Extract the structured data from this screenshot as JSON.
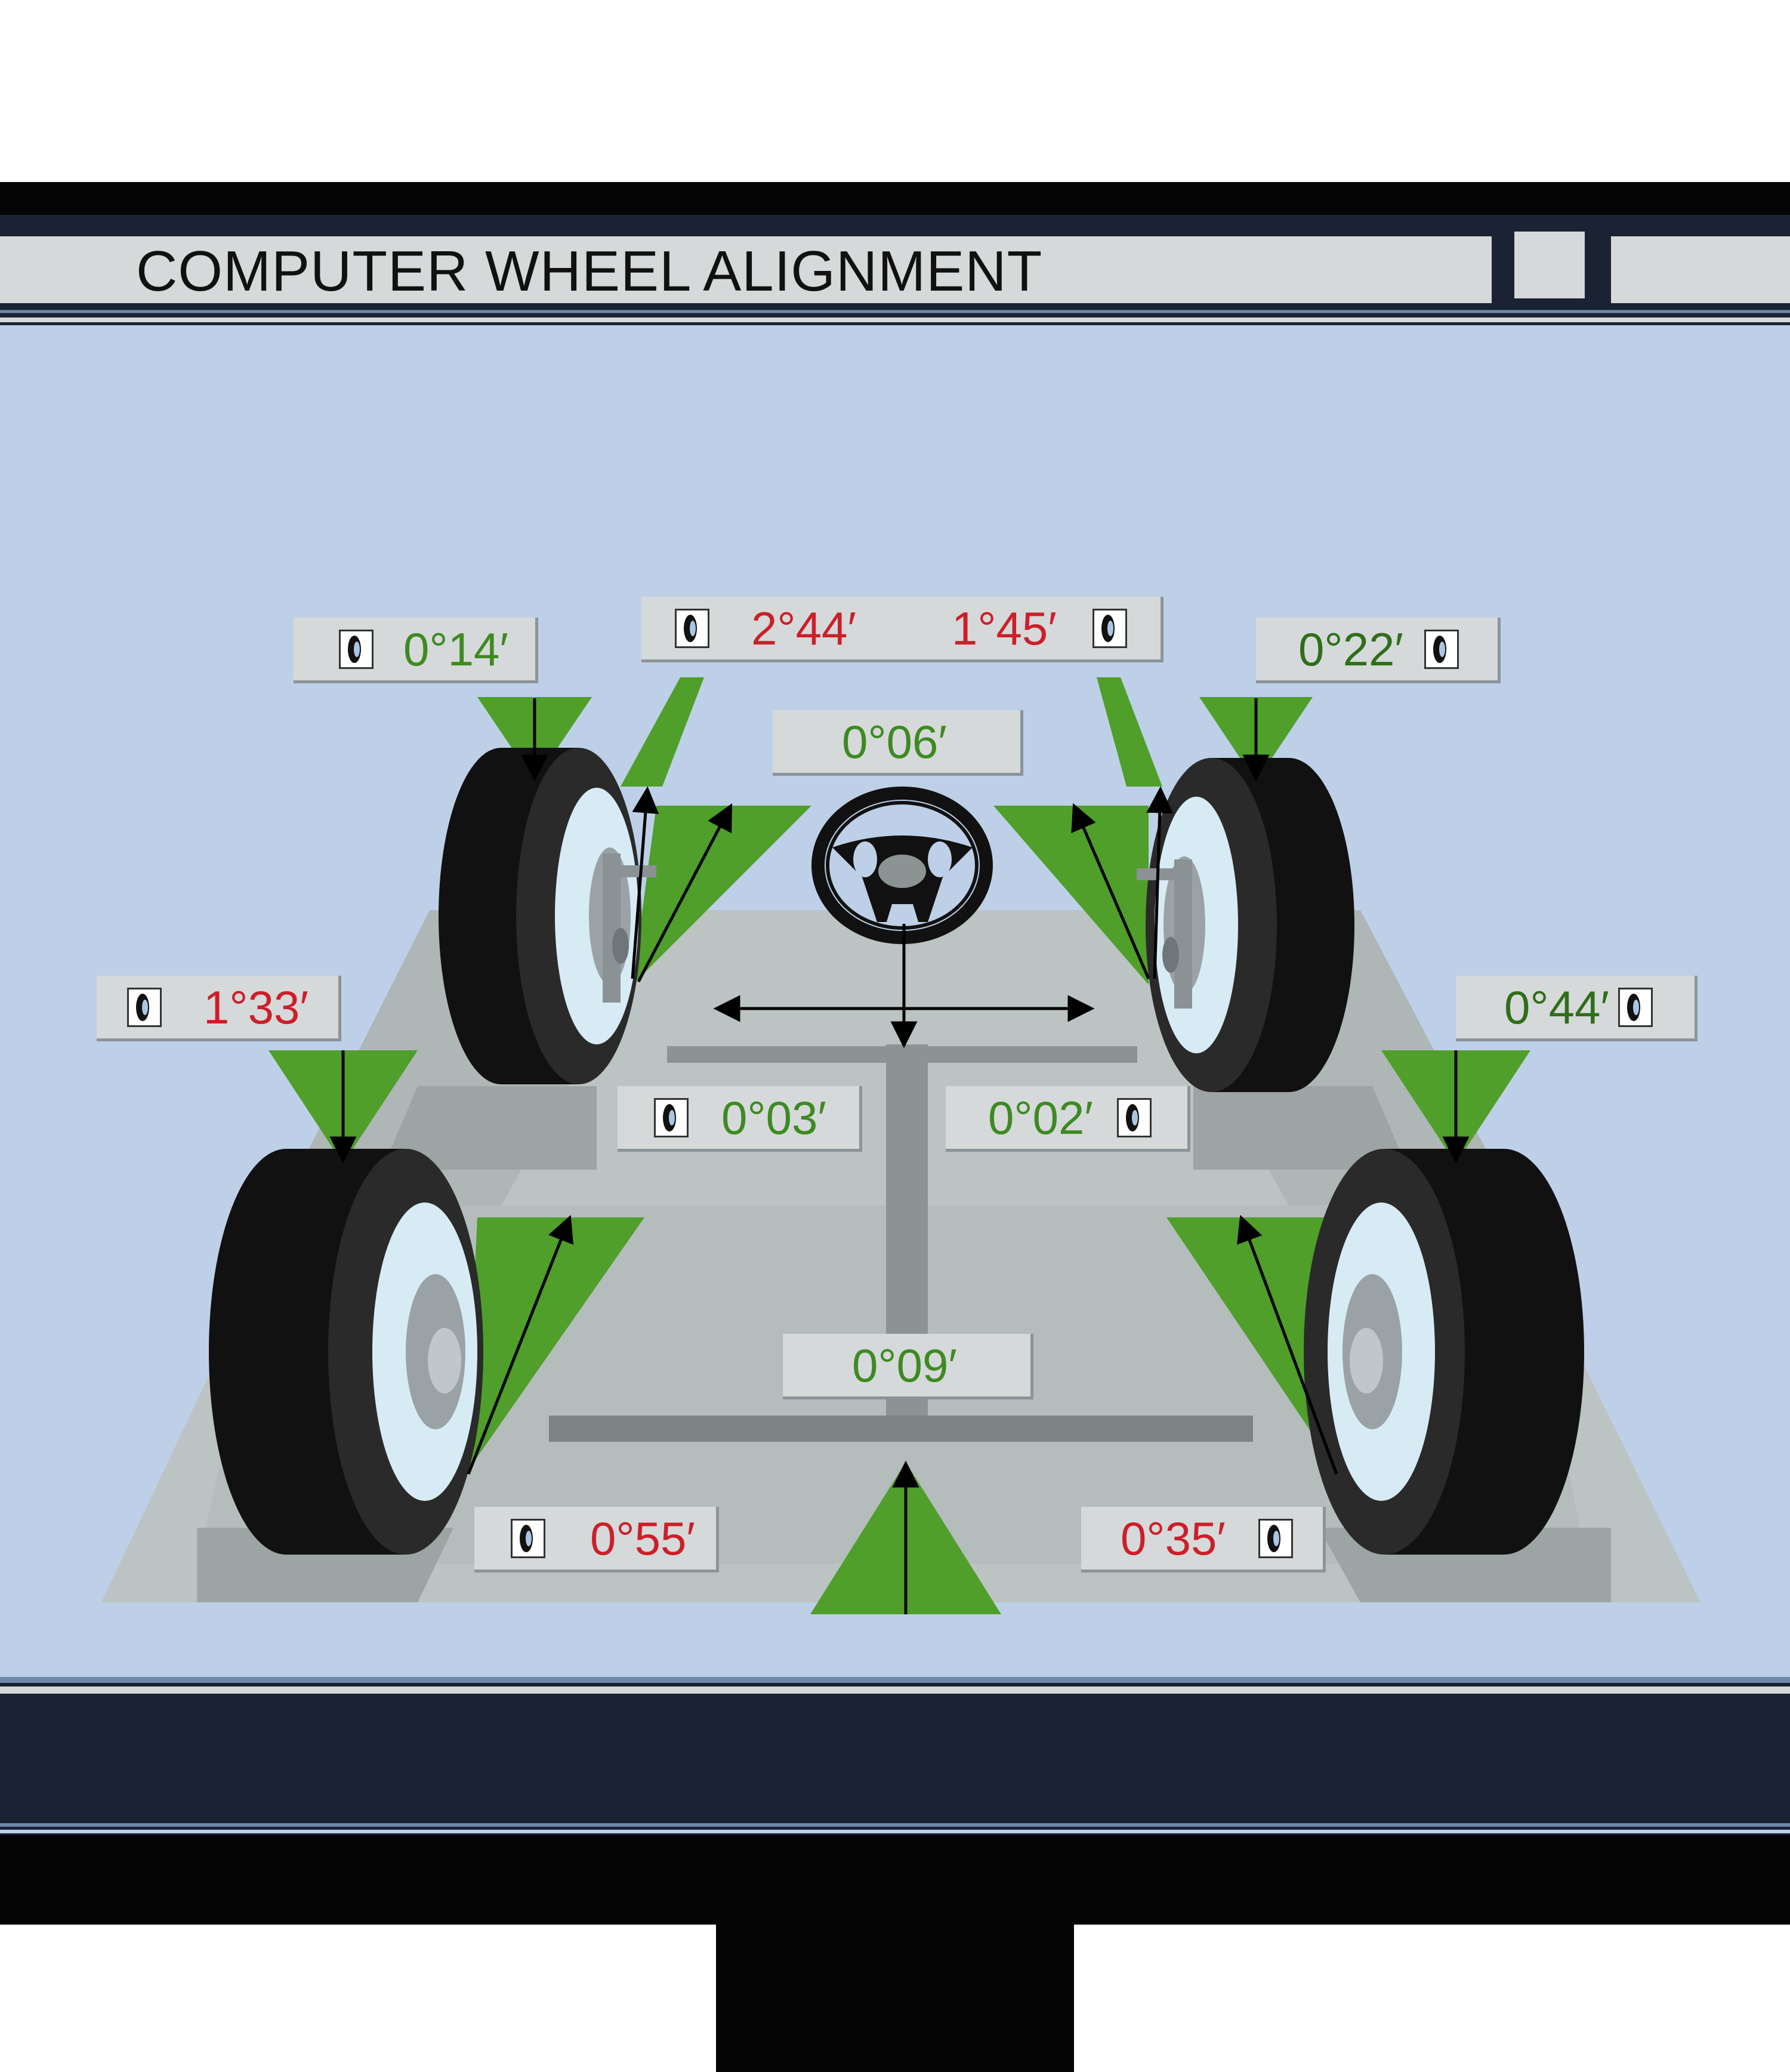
{
  "window": {
    "title": "COMPUTER  WHEEL  ALIGNMENT"
  },
  "readouts": {
    "front_left_camber": {
      "value": "0°14′",
      "status": "ok"
    },
    "front_toe_left": {
      "value": "2°44′",
      "status": "out-of-spec"
    },
    "front_toe_right": {
      "value": "1°45′",
      "status": "out-of-spec"
    },
    "front_right_camber": {
      "value": "0°22′",
      "status": "ok"
    },
    "steering_center": {
      "value": "0°06′",
      "status": "ok"
    },
    "rear_left_camber": {
      "value": "1°33′",
      "status": "out-of-spec"
    },
    "rear_right_camber": {
      "value": "0°44′",
      "status": "ok"
    },
    "front_left_toe_inner": {
      "value": "0°03′",
      "status": "ok"
    },
    "front_right_toe_inner": {
      "value": "0°02′",
      "status": "ok"
    },
    "thrust_angle": {
      "value": "0°09′",
      "status": "ok"
    },
    "rear_left_toe": {
      "value": "0°55′",
      "status": "out-of-spec"
    },
    "rear_right_toe": {
      "value": "0°35′",
      "status": "out-of-spec"
    }
  },
  "icons": {
    "tire": "tire-icon",
    "steering": "steering-wheel-icon"
  },
  "colors": {
    "screen_bg": "#bdd0e7",
    "ok_text": "#3d8a22",
    "bad_text": "#cc1f2a",
    "indicator_green": "#4f9f2a",
    "bezel": "#050505",
    "panel_dark": "#1a2233"
  }
}
